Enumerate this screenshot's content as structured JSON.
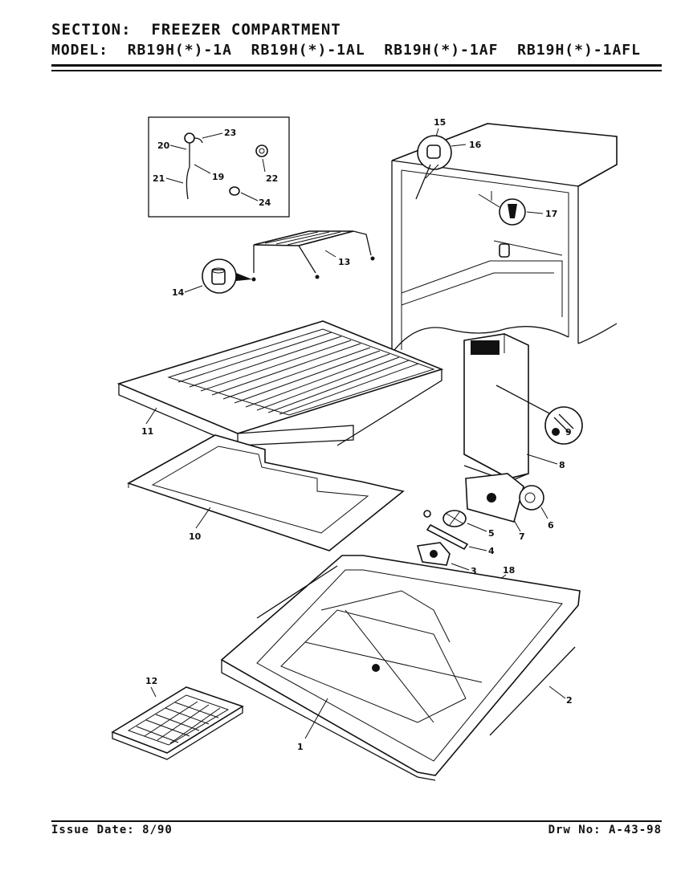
{
  "header": {
    "section_label": "SECTION:",
    "section_value": "FREEZER COMPARTMENT",
    "model_label": "MODEL:",
    "models": [
      "RB19H(*)-1A",
      "RB19H(*)-1AL",
      "RB19H(*)-1AF",
      "RB19H(*)-1AFL"
    ]
  },
  "footer": {
    "issue_date": "Issue Date: 8/90",
    "drawing_number": "Drw No: A-43-98"
  },
  "callouts": {
    "p1": "1",
    "p2": "2",
    "p3": "3",
    "p4": "4",
    "p5": "5",
    "p6": "6",
    "p7": "7",
    "p8": "8",
    "p9": "9",
    "p10": "10",
    "p11": "11",
    "p12": "12",
    "p13": "13",
    "p14": "14",
    "p15": "15",
    "p16": "16",
    "p17": "17",
    "p18": "18",
    "p19": "19",
    "p20": "20",
    "p21": "21",
    "p22": "22",
    "p23": "23",
    "p24": "24"
  }
}
